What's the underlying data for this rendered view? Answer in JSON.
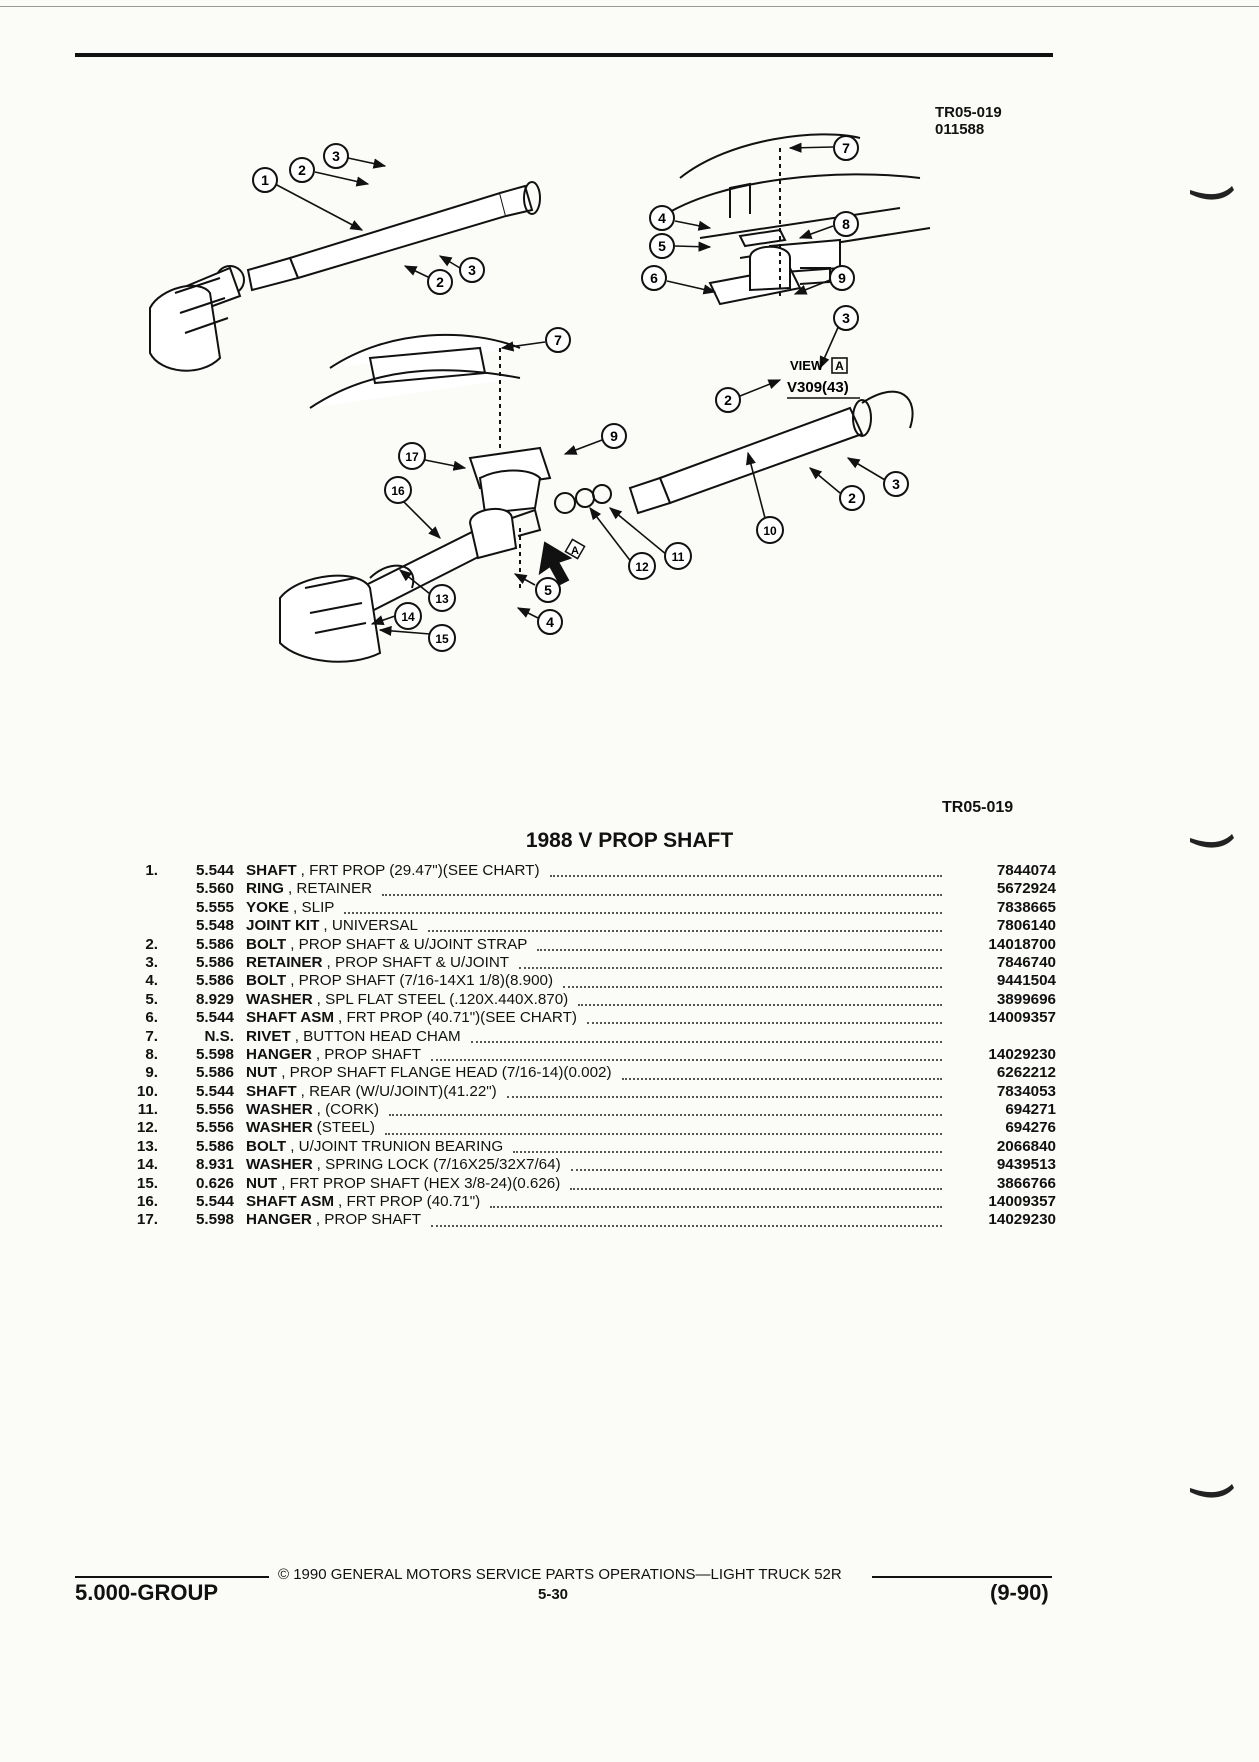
{
  "header": {
    "drawing_code": "TR05-019",
    "drawing_date": "011588"
  },
  "diagram": {
    "callouts": [
      "1",
      "2",
      "3",
      "2",
      "3",
      "7",
      "4",
      "8",
      "5",
      "6",
      "9",
      "7",
      "3",
      "2",
      "9",
      "17",
      "16",
      "12",
      "11",
      "10",
      "2",
      "3",
      "5",
      "13",
      "4",
      "14",
      "15"
    ],
    "view_label": "VIEW",
    "view_letter": "A",
    "view_ref": "V309(43)",
    "arrow_letter": "A"
  },
  "figure_code": "TR05-019",
  "title": "1988 V PROP SHAFT",
  "parts": [
    {
      "idx": "1.",
      "group": "5.544",
      "name": "SHAFT",
      "detail": ", FRT PROP (29.47\")(SEE CHART)",
      "pn": "7844074"
    },
    {
      "idx": "",
      "group": "5.560",
      "name": "RING",
      "detail": ", RETAINER",
      "pn": "5672924"
    },
    {
      "idx": "",
      "group": "5.555",
      "name": "YOKE",
      "detail": ", SLIP",
      "pn": "7838665"
    },
    {
      "idx": "",
      "group": "5.548",
      "name": "JOINT KIT",
      "detail": ", UNIVERSAL",
      "pn": "7806140"
    },
    {
      "idx": "2.",
      "group": "5.586",
      "name": "BOLT",
      "detail": ", PROP SHAFT & U/JOINT STRAP",
      "pn": "14018700"
    },
    {
      "idx": "3.",
      "group": "5.586",
      "name": "RETAINER",
      "detail": ", PROP SHAFT & U/JOINT",
      "pn": "7846740"
    },
    {
      "idx": "4.",
      "group": "5.586",
      "name": "BOLT",
      "detail": ", PROP SHAFT (7/16-14X1 1/8)(8.900)",
      "pn": "9441504"
    },
    {
      "idx": "5.",
      "group": "8.929",
      "name": "WASHER",
      "detail": ", SPL FLAT STEEL (.120X.440X.870)",
      "pn": "3899696"
    },
    {
      "idx": "6.",
      "group": "5.544",
      "name": "SHAFT ASM",
      "detail": ", FRT PROP (40.71\")(SEE CHART)",
      "pn": "14009357"
    },
    {
      "idx": "7.",
      "group": "N.S.",
      "name": "RIVET",
      "detail": ", BUTTON HEAD CHAM",
      "pn": ""
    },
    {
      "idx": "8.",
      "group": "5.598",
      "name": "HANGER",
      "detail": ", PROP SHAFT",
      "pn": "14029230"
    },
    {
      "idx": "9.",
      "group": "5.586",
      "name": "NUT",
      "detail": ", PROP SHAFT FLANGE HEAD (7/16-14)(0.002)",
      "pn": "6262212"
    },
    {
      "idx": "10.",
      "group": "5.544",
      "name": "SHAFT",
      "detail": ", REAR (W/U/JOINT)(41.22\")",
      "pn": "7834053"
    },
    {
      "idx": "11.",
      "group": "5.556",
      "name": "WASHER",
      "detail": ", (CORK)",
      "pn": "694271"
    },
    {
      "idx": "12.",
      "group": "5.556",
      "name": "WASHER",
      "detail": "(STEEL)",
      "pn": "694276"
    },
    {
      "idx": "13.",
      "group": "5.586",
      "name": "BOLT",
      "detail": ", U/JOINT TRUNION BEARING",
      "pn": "2066840"
    },
    {
      "idx": "14.",
      "group": "8.931",
      "name": "WASHER",
      "detail": ", SPRING LOCK (7/16X25/32X7/64)",
      "pn": "9439513"
    },
    {
      "idx": "15.",
      "group": "0.626",
      "name": "NUT",
      "detail": ", FRT PROP SHAFT (HEX 3/8-24)(0.626)",
      "pn": "3866766"
    },
    {
      "idx": "16.",
      "group": "5.544",
      "name": "SHAFT ASM",
      "detail": ", FRT PROP (40.71\")",
      "pn": "14009357"
    },
    {
      "idx": "17.",
      "group": "5.598",
      "name": "HANGER",
      "detail": ", PROP SHAFT",
      "pn": "14029230"
    }
  ],
  "footer": {
    "copyright": "© 1990 GENERAL MOTORS SERVICE PARTS OPERATIONS—LIGHT TRUCK 52R",
    "group": "5.000-GROUP",
    "page": "5-30",
    "date": "(9-90)"
  }
}
